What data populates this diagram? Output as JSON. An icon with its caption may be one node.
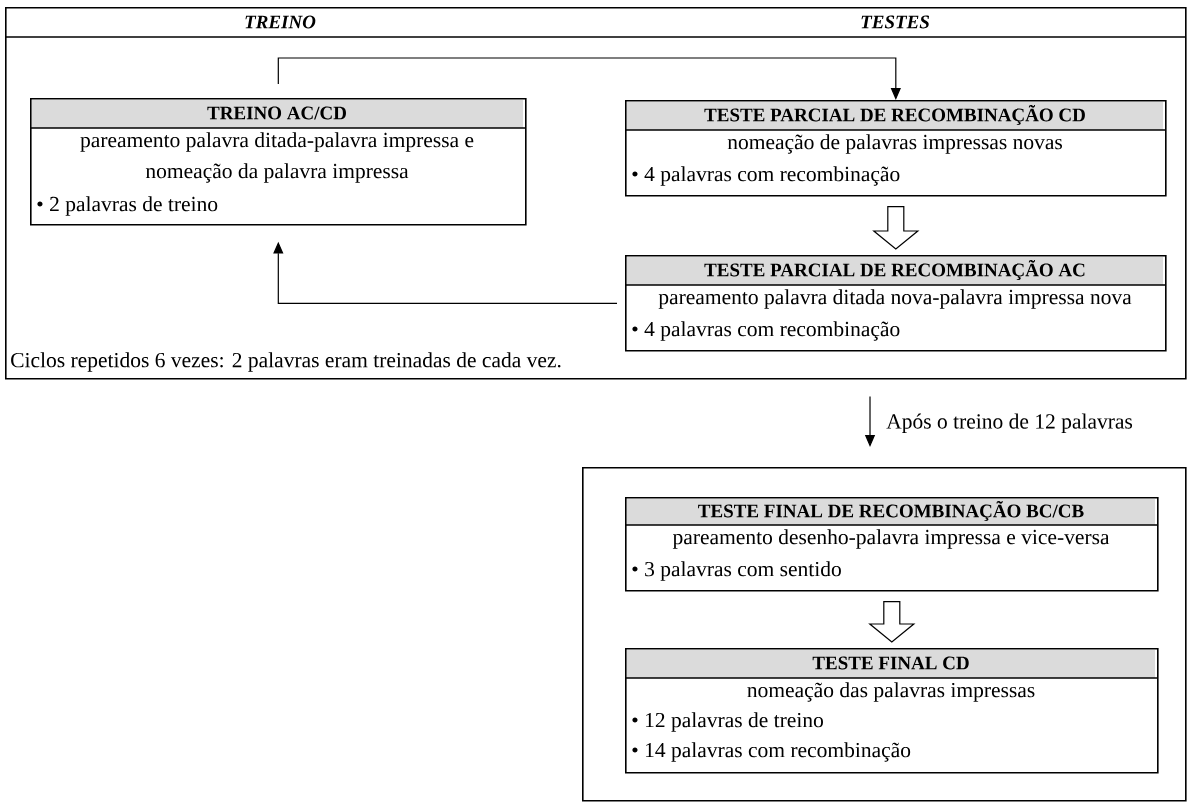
{
  "diagram": {
    "nodes": [
      {
        "text": [
          "TREINO",
          "TESTES",
          "Ciclos repetidos 6 vezes: 2 palavras eram treinadas de cada vez."
        ]
      },
      {
        "text": [
          "TREINO AC/CD",
          "pareamento palavra ditada-palavra impressa e nomeação da palavra impressa",
          "• 2 palavras de treino"
        ],
        "in": 0
      },
      {
        "text": [
          "TESTE PARCIAL DE RECOMBINAÇÃO CD",
          "nomeação de palavras impressas novas",
          "• 4 palavras com recombinação"
        ],
        "in": 0
      },
      {
        "text": [
          "TESTE PARCIAL DE RECOMBINAÇÃO AC",
          "pareamento palavra ditada nova-palavra impressa nova",
          "• 4 palavras com recombinação"
        ],
        "in": 0
      },
      {
        "text": [],
        "shape": "box"
      },
      {
        "text": [
          "TESTE FINAL DE RECOMBINAÇÃO BC/CB",
          "pareamento desenho-palavra impressa e vice-versa",
          "• 3 palavras com sentido"
        ],
        "in": 4
      },
      {
        "text": [
          "TESTE FINAL CD",
          "nomeação das palavras impressas",
          "• 12 palavras de treino",
          "• 14 palavras com recombinação"
        ],
        "in": 4
      }
    ],
    "edges": [
      {
        "from": 1,
        "to": 2,
        "arrow": "to"
      },
      {
        "from": 2,
        "to": 3,
        "arrow": "to"
      },
      {
        "from": 3,
        "to": 1,
        "arrow": "to"
      },
      {
        "from": 0,
        "to": 4,
        "arrow": "to",
        "label": "Após o treino de 12 palavras"
      },
      {
        "from": 5,
        "to": 6,
        "arrow": "to"
      }
    ]
  }
}
